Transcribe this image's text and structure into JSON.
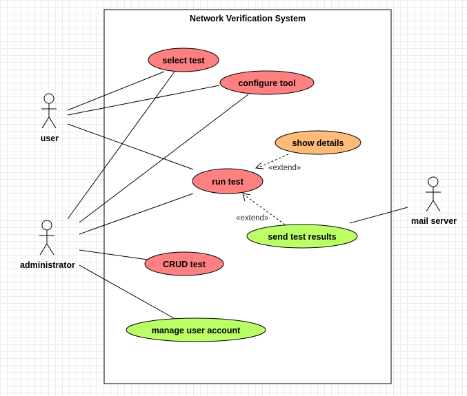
{
  "system": {
    "title": "Network Verification System"
  },
  "colors": {
    "red_usecase": "#ff8080",
    "orange_usecase": "#ffbb77",
    "green_usecase": "#bbff66",
    "boundary_fill": "#ffffff"
  },
  "actors": {
    "user": "user",
    "administrator": "administrator",
    "mail_server": "mail server"
  },
  "usecases": {
    "select_test": "select test",
    "configure_tool": "configure tool",
    "show_details": "show details",
    "run_test": "run test",
    "send_test_results": "send test results",
    "crud_test": "CRUD test",
    "manage_user_account": "manage user account"
  },
  "relations": {
    "extend_1": "«extend»",
    "extend_2": "«extend»"
  }
}
